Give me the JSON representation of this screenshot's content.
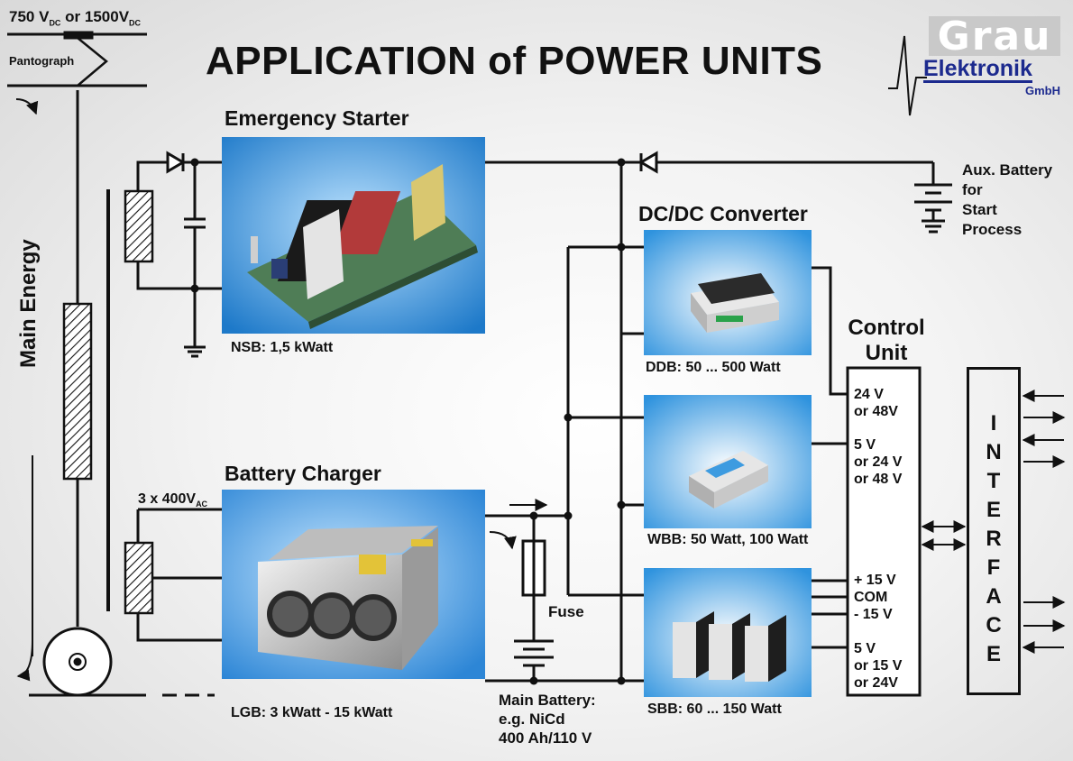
{
  "title": "APPLICATION of POWER UNITS",
  "logo": {
    "top": "Grau",
    "middle": "Elektronik",
    "bottom": "GmbH"
  },
  "supply": {
    "voltage_prefix": "750 V",
    "voltage_sub_a": "DC",
    "voltage_mid": " or 1500V",
    "voltage_sub_b": "DC",
    "pantograph": "Pantograph"
  },
  "main_energy": "Main Energy",
  "emergency_starter": {
    "heading": "Emergency Starter",
    "caption": "NSB: 1,5 kWatt"
  },
  "battery_charger": {
    "heading": "Battery Charger",
    "caption": "LGB: 3 kWatt - 15 kWatt",
    "ac_input": "3 x 400V",
    "ac_sub": "AC"
  },
  "dcdc": {
    "heading": "DC/DC Converter",
    "ddb": "DDB: 50 ... 500 Watt",
    "wbb": "WBB: 50 Watt, 100 Watt",
    "sbb": "SBB: 60 ... 150 Watt"
  },
  "aux_battery": [
    "Aux. Battery",
    "for",
    "Start",
    "Process"
  ],
  "fuse": "Fuse",
  "main_battery": [
    "Main Battery:",
    "e.g. NiCd",
    "400 Ah/110 V"
  ],
  "control_unit": {
    "heading_1": "Control",
    "heading_2": "Unit",
    "out1": [
      "24 V",
      "or 48V"
    ],
    "out2": [
      "5 V",
      "or 24 V",
      "or 48 V"
    ],
    "out3": [
      "+ 15 V",
      "COM",
      "- 15 V"
    ],
    "out4": [
      "5 V",
      "or 15 V",
      "or 24V"
    ]
  },
  "interface_letters": [
    "I",
    "N",
    "T",
    "E",
    "R",
    "F",
    "A",
    "C",
    "E"
  ],
  "colors": {
    "photo_blue": "#2f8fd8",
    "logo_blue": "#1c2a8e",
    "logo_grey": "#c9c9c9"
  }
}
